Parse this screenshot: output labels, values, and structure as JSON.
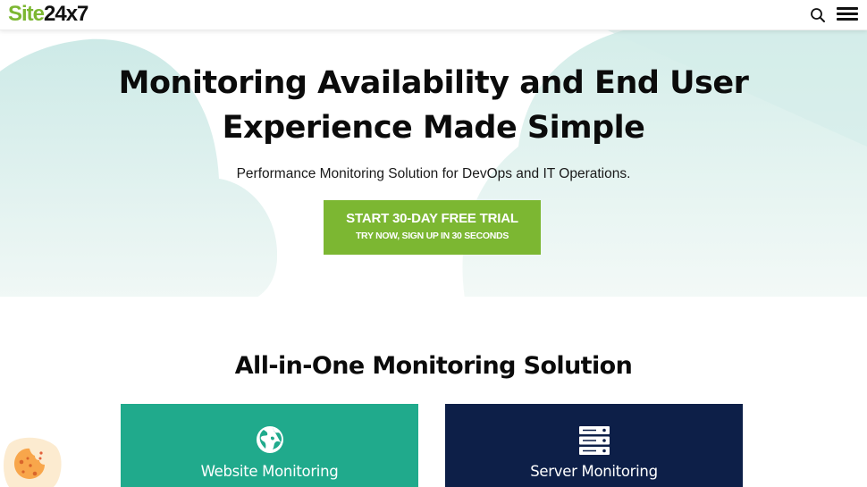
{
  "header": {
    "logo": {
      "part1": "Site",
      "part2": "24x7"
    },
    "search_icon": "search-icon",
    "menu_icon": "hamburger-menu-icon"
  },
  "hero": {
    "title_line1": "Monitoring Availability and End User",
    "title_line2": "Experience Made Simple",
    "subtitle": "Performance Monitoring Solution for DevOps and IT Operations.",
    "cta": {
      "main_label": "START 30-DAY FREE TRIAL",
      "sub_label": "TRY NOW, SIGN UP IN 30 SECONDS"
    }
  },
  "solutions": {
    "title": "All-in-One Monitoring Solution",
    "cards": [
      {
        "label": "Website Monitoring",
        "icon": "globe-icon"
      },
      {
        "label": "Server Monitoring",
        "icon": "server-icon"
      }
    ]
  },
  "cookie": {
    "icon": "cookie-icon"
  },
  "colors": {
    "brand_green": "#7cb732",
    "card_teal": "#20aa8c",
    "card_navy": "#0d1f48",
    "cloud_tint": "#cdeae7"
  }
}
